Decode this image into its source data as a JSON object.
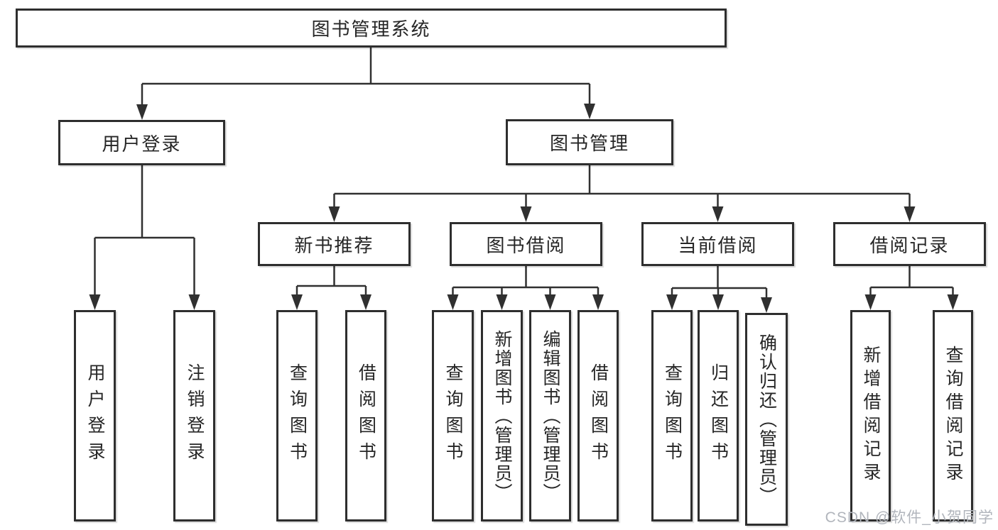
{
  "tree": {
    "root": {
      "label": "图书管理系统",
      "children": [
        {
          "label": "用户登录",
          "children": [
            {
              "label": "用户登录"
            },
            {
              "label": "注销登录"
            }
          ]
        },
        {
          "label": "图书管理",
          "children": [
            {
              "label": "新书推荐",
              "children": [
                {
                  "label": "查询图书"
                },
                {
                  "label": "借阅图书"
                }
              ]
            },
            {
              "label": "图书借阅",
              "children": [
                {
                  "label": "查询图书"
                },
                {
                  "label": "新增图书（管理员）"
                },
                {
                  "label": "编辑图书（管理员）"
                },
                {
                  "label": "借阅图书"
                }
              ]
            },
            {
              "label": "当前借阅",
              "children": [
                {
                  "label": "查询图书"
                },
                {
                  "label": "归还图书"
                },
                {
                  "label": "确认归还（管理员）"
                }
              ]
            },
            {
              "label": "借阅记录",
              "children": [
                {
                  "label": "新增借阅记录"
                },
                {
                  "label": "查询借阅记录"
                }
              ]
            }
          ]
        }
      ]
    }
  },
  "watermark": {
    "text": "CSDN @软件_小贺同学",
    "color": "#b1b5bc"
  },
  "colors": {
    "line": "#303030",
    "border": "#2e2e2e",
    "background": "#ffffff",
    "text": "#262626"
  }
}
